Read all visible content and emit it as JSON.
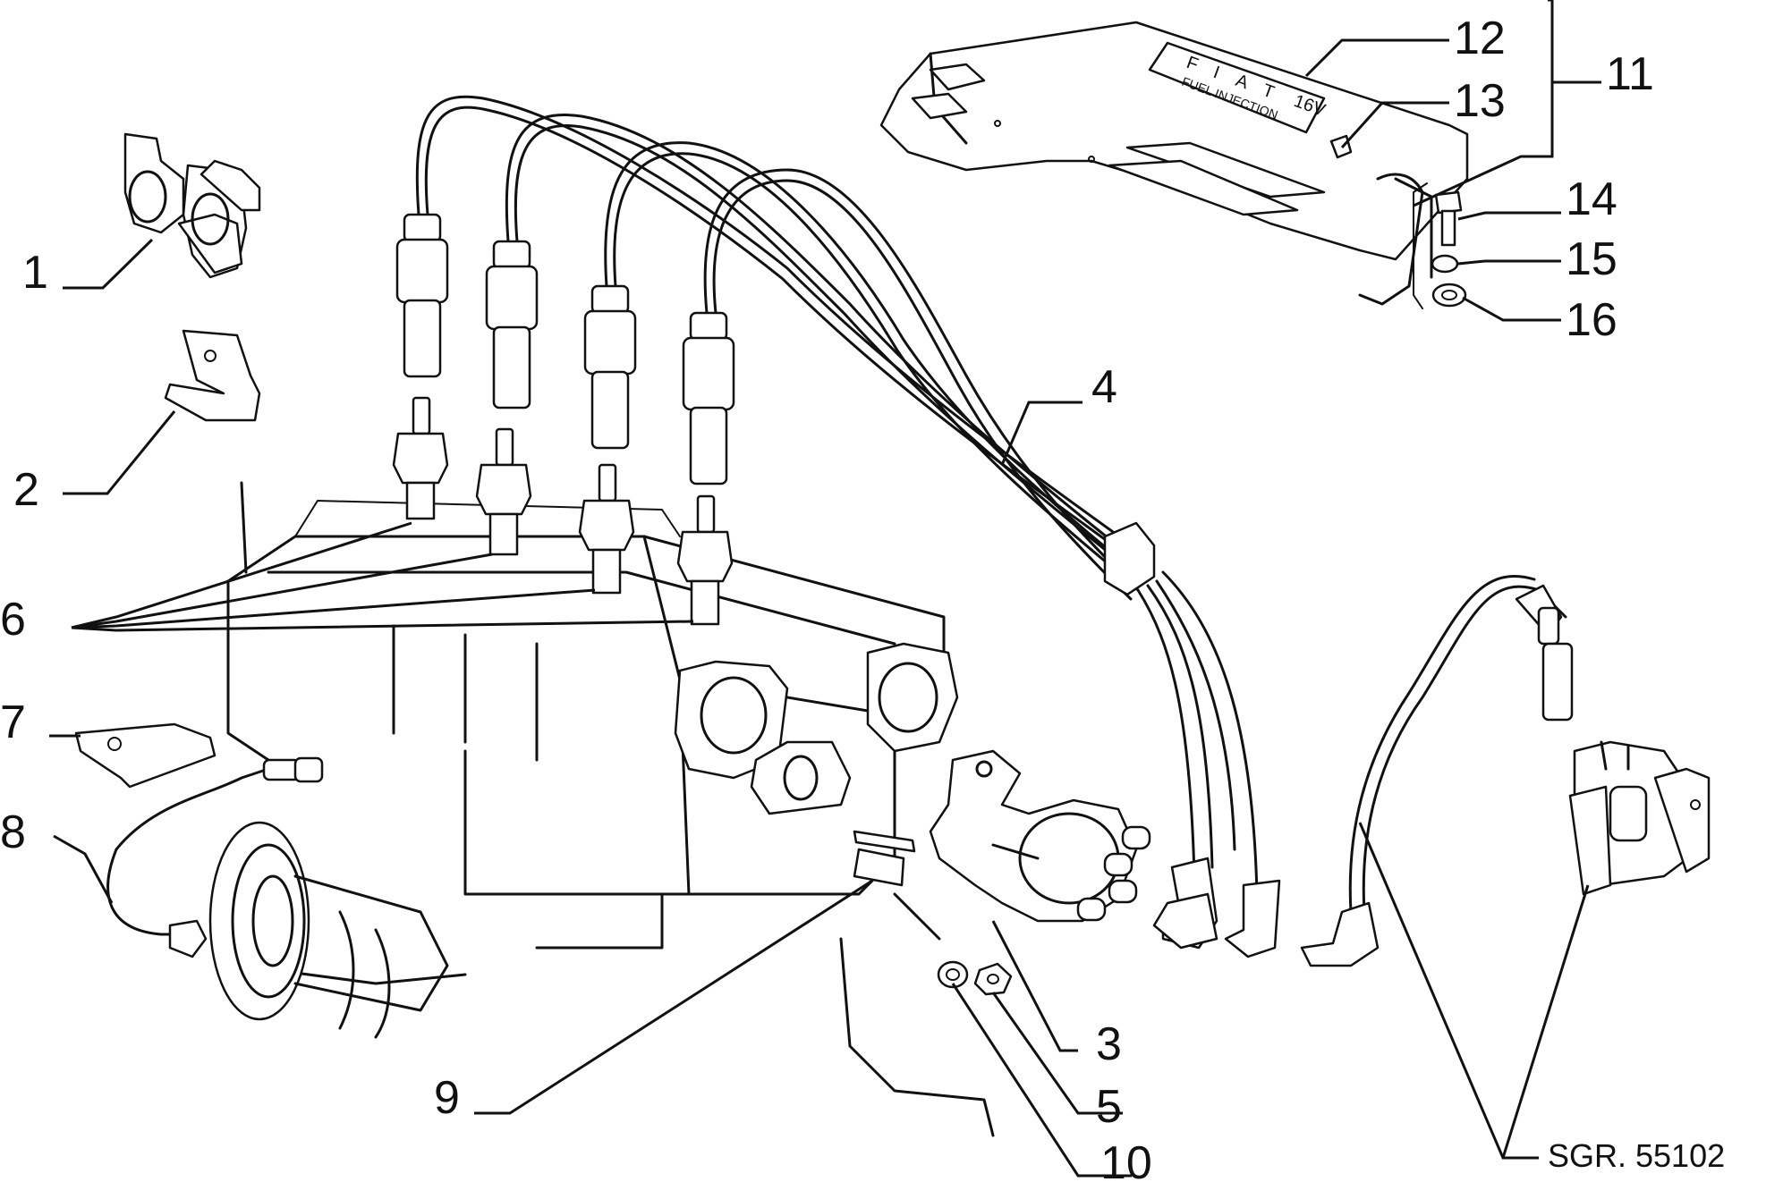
{
  "callouts": [
    {
      "id": "1",
      "label": "1"
    },
    {
      "id": "2",
      "label": "2"
    },
    {
      "id": "3",
      "label": "3"
    },
    {
      "id": "4",
      "label": "4"
    },
    {
      "id": "5",
      "label": "5"
    },
    {
      "id": "6",
      "label": "6"
    },
    {
      "id": "7",
      "label": "7"
    },
    {
      "id": "8",
      "label": "8"
    },
    {
      "id": "9",
      "label": "9"
    },
    {
      "id": "10",
      "label": "10"
    },
    {
      "id": "11",
      "label": "11"
    },
    {
      "id": "12",
      "label": "12"
    },
    {
      "id": "13",
      "label": "13"
    },
    {
      "id": "14",
      "label": "14"
    },
    {
      "id": "15",
      "label": "15"
    },
    {
      "id": "16",
      "label": "16"
    }
  ],
  "badge": {
    "letters": [
      "F",
      "I",
      "A",
      "T"
    ],
    "engine": "16V",
    "subtitle": "FUEL INJECTION"
  },
  "reference": "SGR. 55102"
}
